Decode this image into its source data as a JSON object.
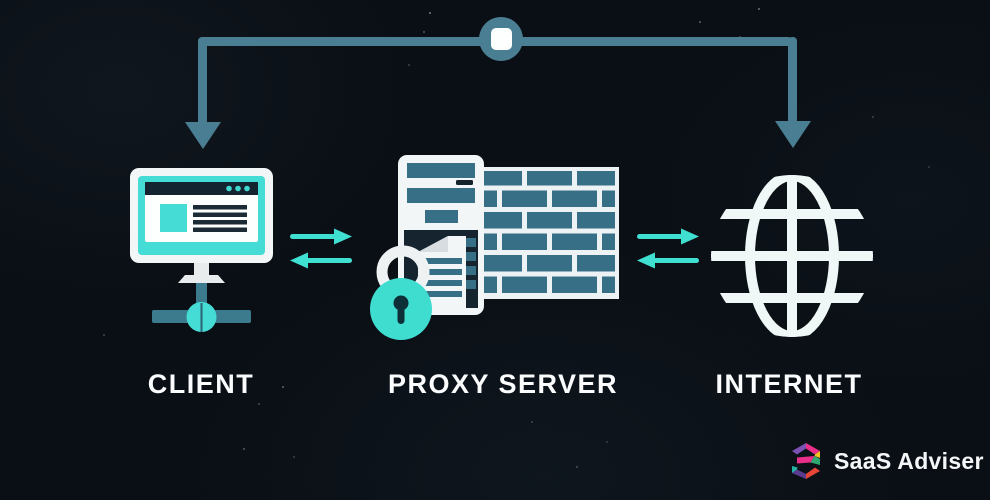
{
  "nodes": [
    {
      "id": "client",
      "label": "CLIENT",
      "icon": "client-computer-network-icon"
    },
    {
      "id": "proxy_server",
      "label": "PROXY SERVER",
      "icon": "server-firewall-padlock-icon"
    },
    {
      "id": "internet",
      "label": "INTERNET",
      "icon": "internet-globe-icon"
    }
  ],
  "connections": [
    {
      "from": "client",
      "to": "internet",
      "type": "routed-top-line",
      "via": "junction-node",
      "arrow_ends": [
        "client",
        "internet"
      ]
    },
    {
      "from": "client",
      "to": "proxy_server",
      "type": "bidirectional-arrows"
    },
    {
      "from": "proxy_server",
      "to": "internet",
      "type": "bidirectional-arrows"
    }
  ],
  "logo": {
    "text": "SaaS Adviser",
    "icon": "saas-adviser-logo-icon"
  },
  "colors": {
    "background": "#0a0f15",
    "route": "#4a7f93",
    "accent": "#3fe0d2",
    "icon-white": "#f3f6f7",
    "brick": "#366f86",
    "ink": "#15232e",
    "label": "#fafcfd"
  }
}
